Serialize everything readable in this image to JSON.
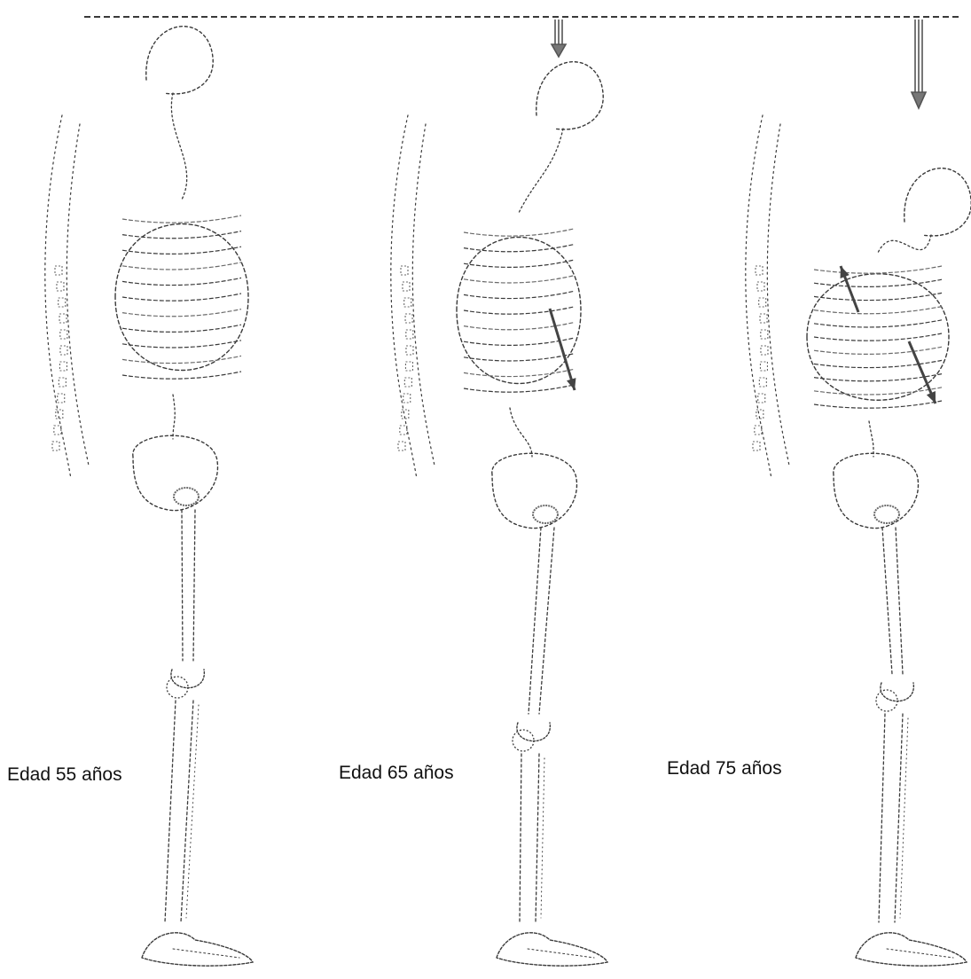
{
  "figure": {
    "colors": {
      "background": "#ffffff",
      "ink": "#3a3a3a",
      "shade": "#6a6a6a"
    },
    "panels": [
      {
        "label": "Edad 55 años"
      },
      {
        "label": "Edad 65 años"
      },
      {
        "label": "Edad 75 años"
      }
    ]
  }
}
